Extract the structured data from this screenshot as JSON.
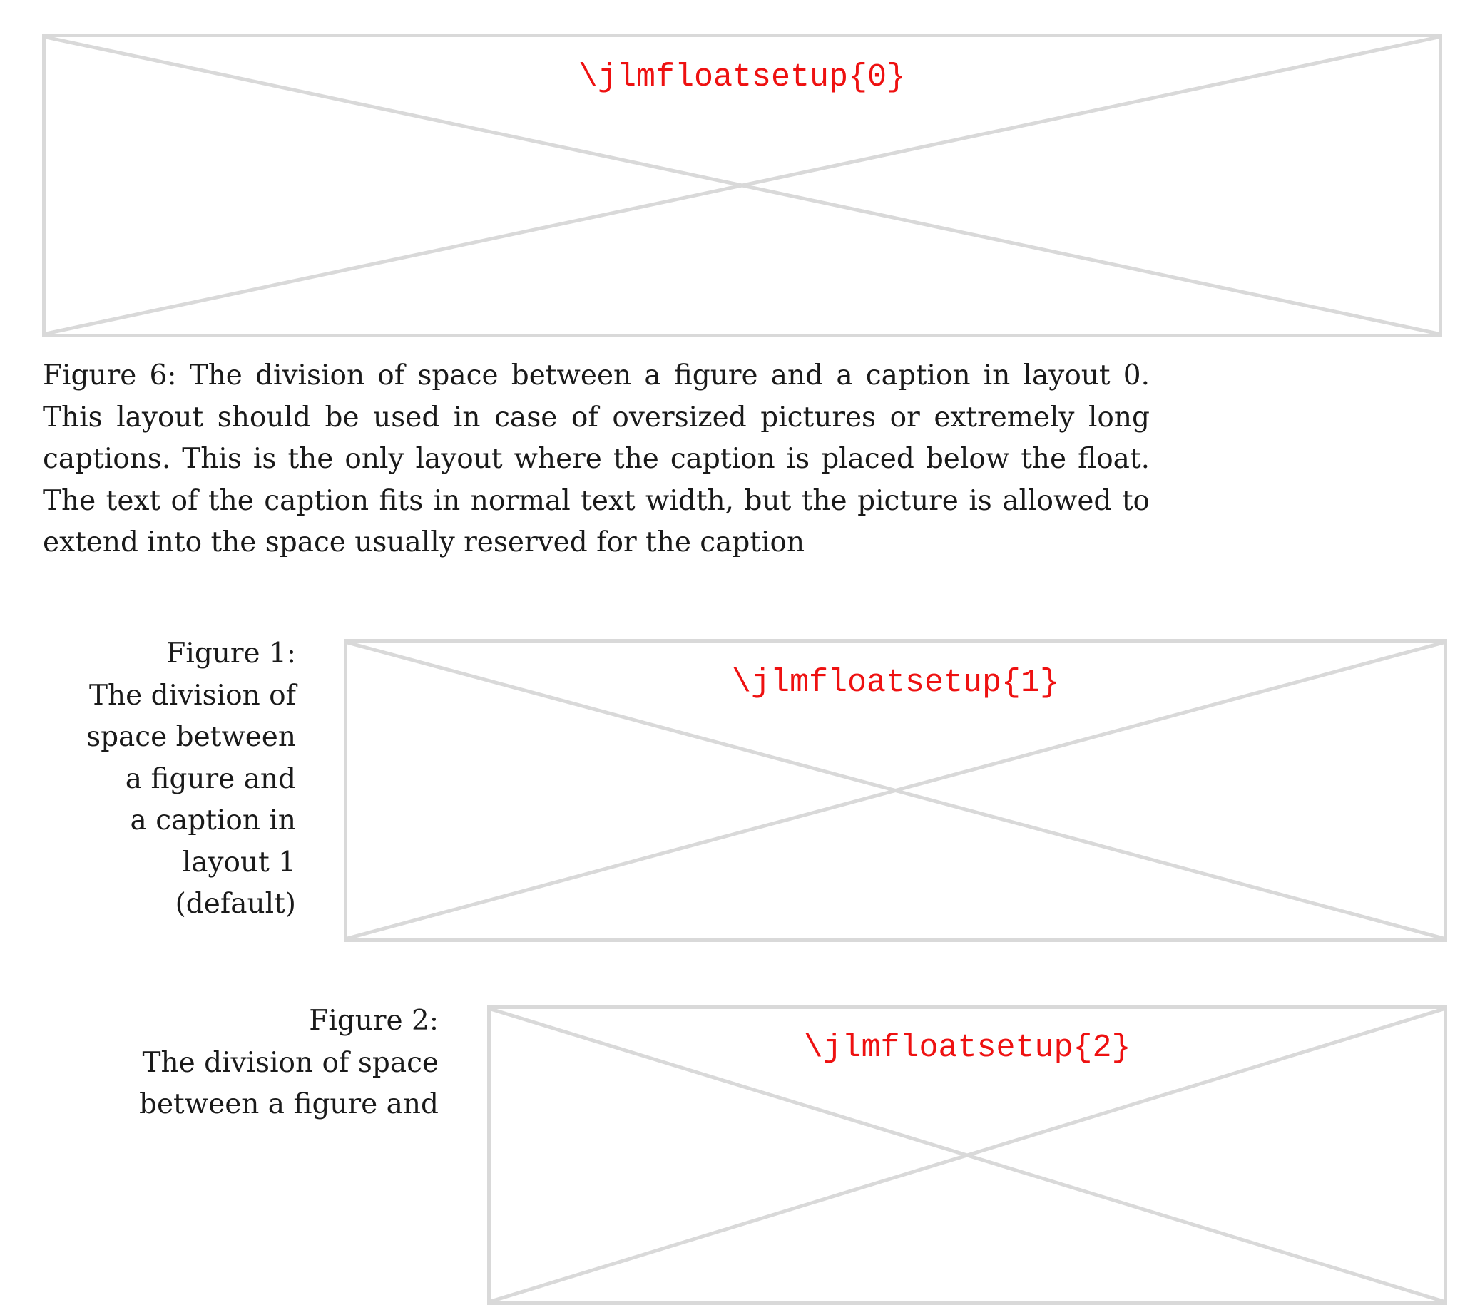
{
  "figures": [
    {
      "label": "\\jlmfloatsetup{0}",
      "caption": "Figure 6: The division of space between a figure and a caption in layout 0. This layout should be used in case of oversized pictures or extremely long captions. This is the only layout where the caption is placed below the float. The text of the caption fits in normal text width, but the picture is allowed to extend into the space usually reserved for the caption"
    },
    {
      "label": "\\jlmfloatsetup{1}",
      "caption_lines": [
        "Figure 1:",
        "The division of",
        "space between",
        "a figure and",
        "a caption in",
        "layout 1",
        "(default)"
      ]
    },
    {
      "label": "\\jlmfloatsetup{2}",
      "caption_lines": [
        "Figure 2:",
        "The division of space",
        "between a figure and"
      ]
    }
  ]
}
